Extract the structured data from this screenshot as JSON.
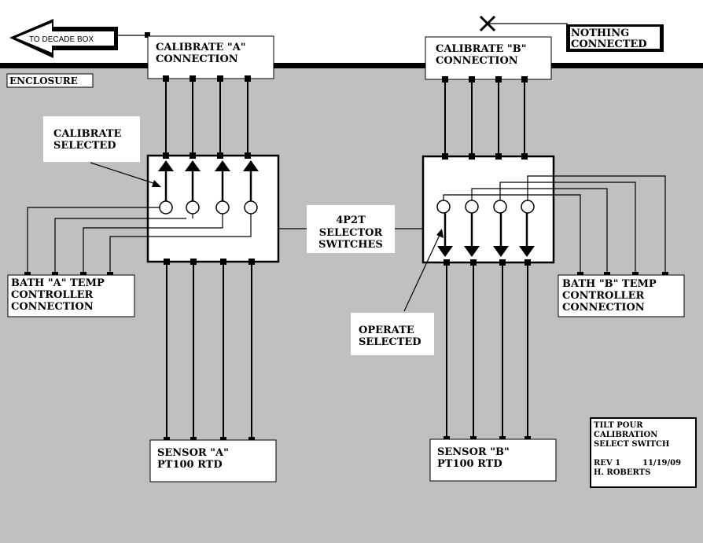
{
  "colors": {
    "enclosure_fill": "#c0c0c0",
    "background": "#ffffff",
    "line": "#000000",
    "box_fill": "#ffffff"
  },
  "decade_box_arrow": {
    "label": "TO DECADE BOX"
  },
  "enclosure": {
    "label": "ENCLOSURE"
  },
  "calibrate_a": {
    "line1": "CALIBRATE \"A\"",
    "line2": "CONNECTION"
  },
  "calibrate_b": {
    "line1": "CALIBRATE \"B\"",
    "line2": "CONNECTION"
  },
  "nothing_connected": {
    "line1": "NOTHING",
    "line2": "CONNECTED",
    "marker_icon": "x-mark-icon"
  },
  "callout_calibrate_selected": {
    "line1": "CALIBRATE",
    "line2": "SELECTED"
  },
  "callout_operate_selected": {
    "line1": "OPERATE",
    "line2": "SELECTED"
  },
  "selector_label": {
    "line1": "4P2T",
    "line2": "SELECTOR",
    "line3": "SWITCHES"
  },
  "bath_a": {
    "line1": "BATH \"A\" TEMP",
    "line2": "CONTROLLER",
    "line3": "CONNECTION"
  },
  "bath_b": {
    "line1": "BATH \"B\" TEMP",
    "line2": "CONTROLLER",
    "line3": "CONNECTION"
  },
  "sensor_a": {
    "line1": "SENSOR \"A\"",
    "line2": "PT100 RTD"
  },
  "sensor_b": {
    "line1": "SENSOR \"B\"",
    "line2": "PT100 RTD"
  },
  "title_block": {
    "line1": "TILT POUR",
    "line2": "CALIBRATION",
    "line3": "SELECT SWITCH",
    "rev": "REV 1",
    "date": "11/19/09",
    "author": "H. ROBERTS"
  },
  "switch_a": {
    "position": "calibrate",
    "poles": 4
  },
  "switch_b": {
    "position": "operate",
    "poles": 4
  }
}
